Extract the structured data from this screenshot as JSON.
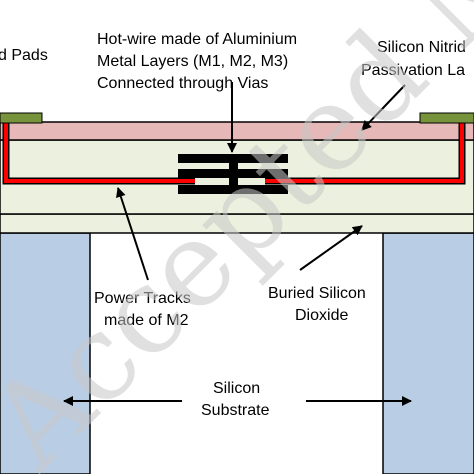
{
  "labels": {
    "pads": "d Pads",
    "hotwire_line1": "Hot-wire made of Aluminium",
    "hotwire_line2": "Metal Layers (M1, M2, M3)",
    "hotwire_line3": "Connected through Vias",
    "nitride_line1": "Silicon Nitrid",
    "nitride_line2": "Passivation La",
    "power_line1": "Power Tracks",
    "power_line2": "made of M2",
    "buried_line1": "Buried Silicon",
    "buried_line2": "Dioxide",
    "substrate_line1": "Silicon",
    "substrate_line2": "Substrate"
  },
  "watermark": "Accepted Man",
  "colors": {
    "nitride": "#e6b8b7",
    "oxide": "#ebf1de",
    "substrate": "#b9cde5",
    "pad": "#77933c",
    "power_track": "#ff0000",
    "metal": "#000000"
  }
}
